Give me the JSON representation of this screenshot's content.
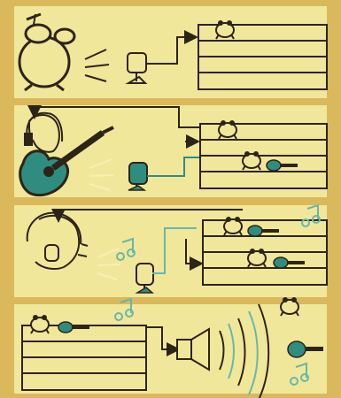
{
  "colors": {
    "background": "#d9b95c",
    "panel": "#f1e79a",
    "ink": "#2d2418",
    "teal": "#2f8d80",
    "teal_light": "#67b8aa"
  },
  "panels": [
    {
      "name": "drums-recorded-to-track-1",
      "icons": [
        "drum-kit-icon",
        "sound-waves-icon",
        "microphone-icon",
        "tape-tracks-icon"
      ]
    },
    {
      "name": "guitar-overdub",
      "icons": [
        "headphones-listener-icon",
        "acoustic-guitar-icon",
        "microphone-icon",
        "tape-tracks-icon"
      ]
    },
    {
      "name": "vocal-overdub",
      "icons": [
        "headphones-singer-icon",
        "music-note-icon",
        "microphone-icon",
        "tape-tracks-icon"
      ]
    },
    {
      "name": "playback-mixdown",
      "icons": [
        "tape-tracks-icon",
        "speaker-icon",
        "sound-waves-icon",
        "drum-icon",
        "guitar-icon",
        "music-note-icon"
      ]
    }
  ]
}
